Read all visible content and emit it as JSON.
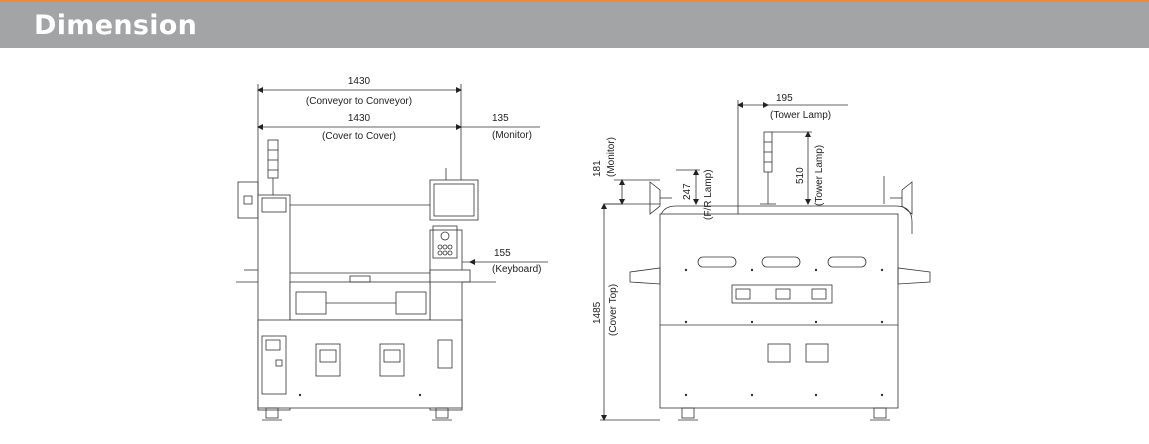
{
  "header": {
    "title": "Dimension"
  },
  "front_view": {
    "dims": {
      "conveyor_width": {
        "value": "1430",
        "label": "(Conveyor to Conveyor)"
      },
      "cover_width": {
        "value": "1430",
        "label": "(Cover to Cover)"
      },
      "monitor_offset": {
        "value": "135",
        "label": "(Monitor)"
      },
      "keyboard_offset": {
        "value": "155",
        "label": "(Keyboard)"
      }
    }
  },
  "side_view": {
    "dims": {
      "tower_lamp_offset": {
        "value": "195",
        "label": "(Tower Lamp)"
      },
      "monitor_height": {
        "value": "181",
        "label": "(Monitor)"
      },
      "fr_lamp_height": {
        "value": "247",
        "label": "(F/R Lamp)"
      },
      "tower_lamp_height": {
        "value": "510",
        "label": "(Tower Lamp)"
      },
      "cover_top_height": {
        "value": "1485",
        "label": "(Cover Top)"
      }
    }
  }
}
